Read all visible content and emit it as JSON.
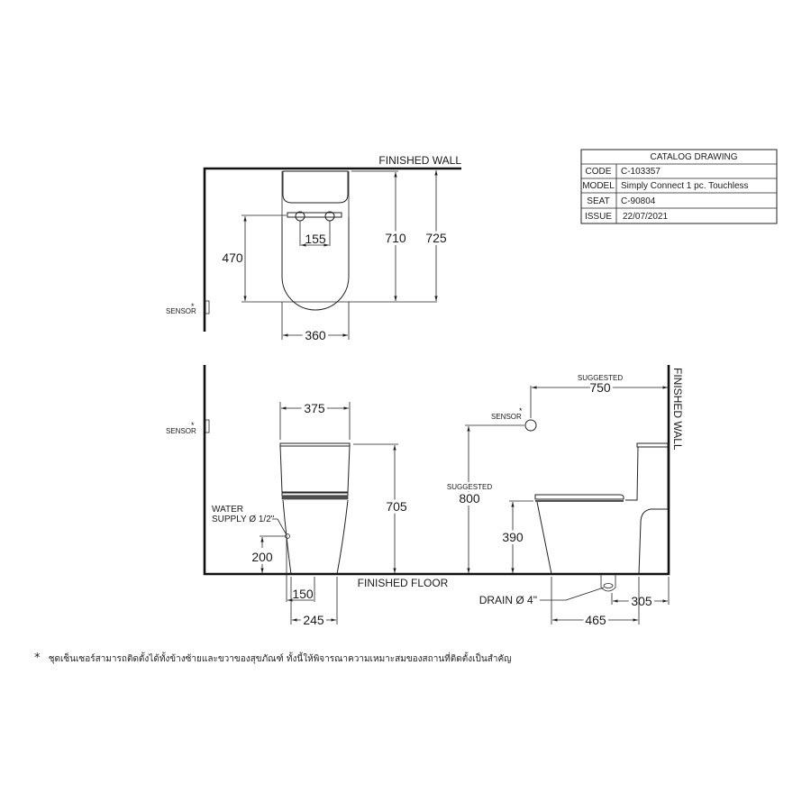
{
  "catalog_table": {
    "title": "CATALOG  DRAWING",
    "rows": [
      {
        "key": "CODE",
        "value": "C-103357"
      },
      {
        "key": "MODEL",
        "value": "Simply  Connect  1  pc.  Touchless"
      },
      {
        "key": "SEAT",
        "value": "C-90804"
      },
      {
        "key": "ISSUE",
        "value": "22/07/2021"
      }
    ]
  },
  "plan_view": {
    "wall_label": "FINISHED WALL",
    "sensor_label": "SENSOR",
    "sensor_mark": "*",
    "dims": {
      "fixing_spacing": "155",
      "fixing_to_front": "470",
      "depth_bowl": "710",
      "depth_overall": "725",
      "width": "360"
    }
  },
  "front_view": {
    "sensor_label": "SENSOR",
    "sensor_mark": "*",
    "water_supply_label_1": "WATER",
    "water_supply_label_2": "SUPPLY Ø 1/2\"",
    "floor_label": "FINISHED FLOOR",
    "dims": {
      "tank_width": "375",
      "height": "705",
      "supply_height": "200",
      "supply_offset": "150",
      "base_width": "245"
    }
  },
  "side_view": {
    "wall_label": "FINISHED WALL",
    "sensor_label": "SENSOR",
    "sensor_mark": "*",
    "suggested_label": "SUGGESTED",
    "drain_label": "DRAIN Ø 4\"",
    "dims": {
      "sensor_from_wall": "750",
      "sensor_height": "800",
      "seat_height": "390",
      "drain_from_wall": "305",
      "base_length": "465"
    }
  },
  "footnote": {
    "mark": "*",
    "text": "ชุดเซ็นเซอร์สามารถติดตั้งได้ทั้งข้างซ้ายและขวาของสุขภัณฑ์ ทั้งนี้ให้พิจารณาความเหมาะสมของสถานที่ติดตั้งเป็นสำคัญ"
  }
}
